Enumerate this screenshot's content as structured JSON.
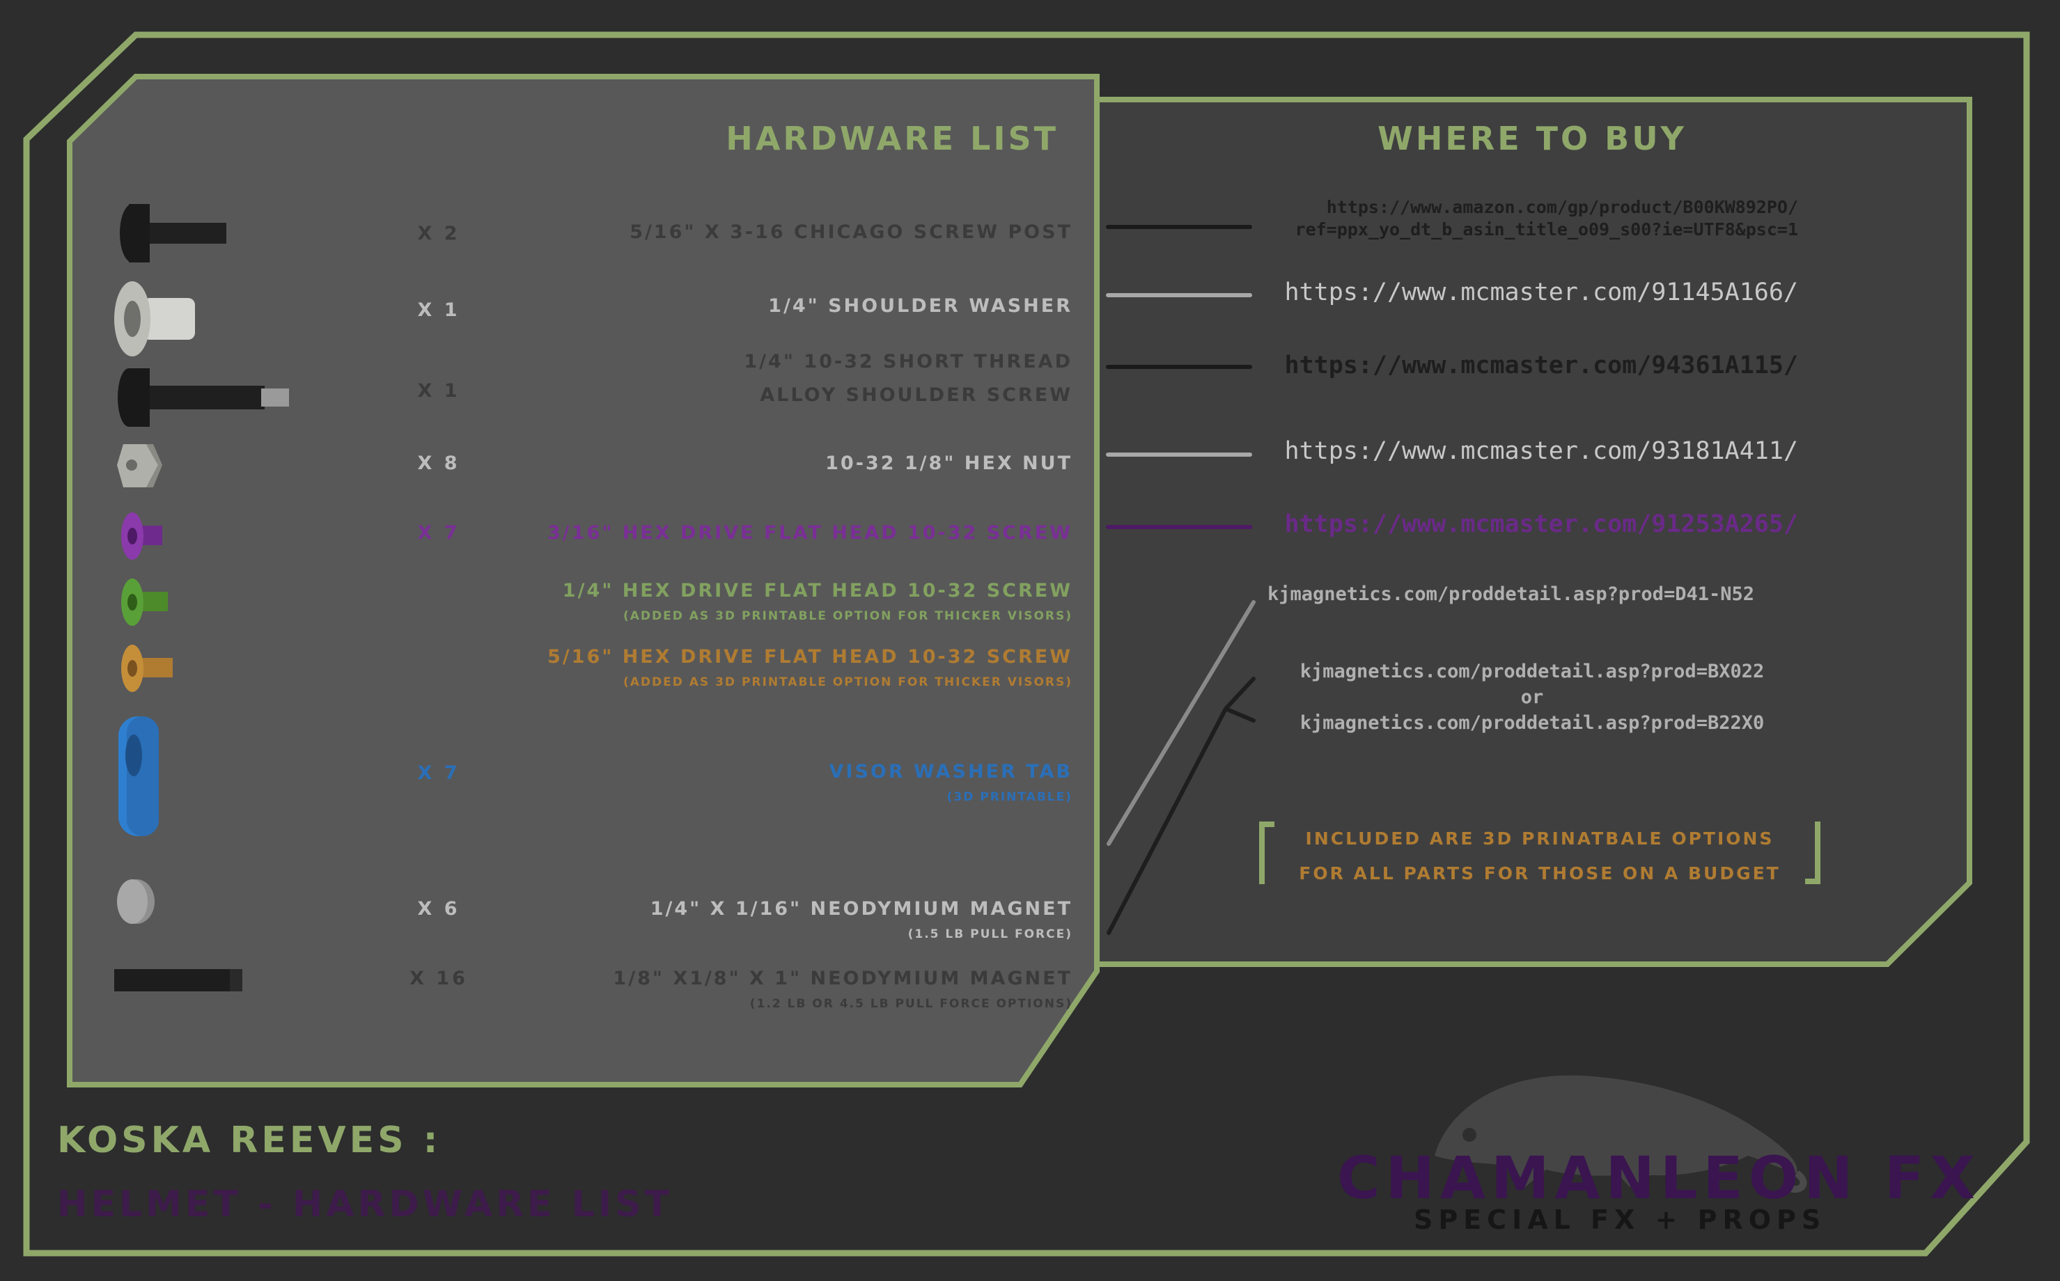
{
  "colors": {
    "background": "#2d2d2d",
    "panel": "#585858",
    "panel_right": "#3f3f3f",
    "frame_green": "#8fa86a",
    "purple": "#7a2f96",
    "orange": "#b07c32",
    "blue": "#2a6fb8",
    "brand_purple": "#3a1550"
  },
  "hardware_title": "HARDWARE LIST",
  "buy_title": "WHERE TO BUY",
  "items": [
    {
      "icon": "chicago-screw-post-icon",
      "qty": "X 2",
      "desc": "5/16\" X 3-16 CHICAGO SCREW POST",
      "note": ""
    },
    {
      "icon": "shoulder-washer-icon",
      "qty": "X 1",
      "desc": "1/4\" SHOULDER WASHER",
      "note": ""
    },
    {
      "icon": "shoulder-screw-icon",
      "qty": "X 1",
      "desc": "1/4\" 10-32 SHORT THREAD",
      "desc2": "ALLOY SHOULDER SCREW",
      "note": ""
    },
    {
      "icon": "hex-nut-icon",
      "qty": "X 8",
      "desc": "10-32 1/8\" HEX NUT",
      "note": ""
    },
    {
      "icon": "purple-flat-head-screw-icon",
      "qty": "X 7",
      "desc": "3/16\" HEX DRIVE FLAT HEAD 10-32 SCREW",
      "note": ""
    },
    {
      "icon": "green-flat-head-screw-icon",
      "qty": "",
      "desc": "1/4\" HEX DRIVE FLAT HEAD 10-32 SCREW",
      "note": "(ADDED AS 3D PRINTABLE OPTION FOR THICKER VISORS)"
    },
    {
      "icon": "orange-flat-head-screw-icon",
      "qty": "",
      "desc": "5/16\" HEX DRIVE FLAT HEAD 10-32 SCREW",
      "note": "(ADDED AS 3D PRINTABLE OPTION FOR THICKER VISORS)"
    },
    {
      "icon": "visor-washer-tab-icon",
      "qty": "X 7",
      "desc": "VISOR WASHER TAB",
      "note": "(3D PRINTABLE)"
    },
    {
      "icon": "disc-magnet-icon",
      "qty": "X 6",
      "desc": "1/4\" X 1/16\" NEODYMIUM MAGNET",
      "note": "(1.5 LB PULL FORCE)"
    },
    {
      "icon": "bar-magnet-icon",
      "qty": "X 16",
      "desc": "1/8\" X1/8\" X 1\" NEODYMIUM MAGNET",
      "note": "(1.2 LB OR 4.5 LB PULL FORCE OPTIONS)"
    }
  ],
  "links": {
    "amazon_line1": "https://www.amazon.com/gp/product/B00KW892PO/",
    "amazon_line2": "ref=ppx_yo_dt_b_asin_title_o09_s00?ie=UTF8&psc=1",
    "washer": "https://www.mcmaster.com/91145A166/",
    "shoulder_screw": "https://www.mcmaster.com/94361A115/",
    "hex_nut": "https://www.mcmaster.com/93181A411/",
    "flat_head": "https://www.mcmaster.com/91253A265/",
    "disc_magnet": "kjmagnetics.com/proddetail.asp?prod=D41-N52",
    "bar_magnet_a": "kjmagnetics.com/proddetail.asp?prod=BX022",
    "or": "or",
    "bar_magnet_b": "kjmagnetics.com/proddetail.asp?prod=B22X0"
  },
  "budget_line1": "INCLUDED ARE 3D PRINATBALE OPTIONS",
  "budget_line2": "FOR ALL PARTS FOR THOSE ON A BUDGET",
  "footer_line1": "KOSKA REEVES :",
  "footer_line2": "HELMET - HARDWARE LIST",
  "brand_name": "CHAMANLEON FX",
  "brand_tagline": "SPECIAL FX + PROPS"
}
